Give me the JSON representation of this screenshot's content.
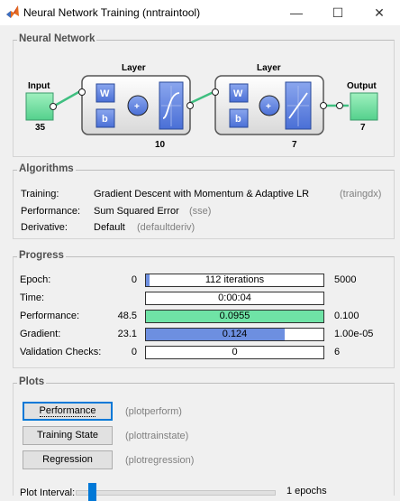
{
  "window": {
    "title": "Neural Network Training (nntraintool)",
    "minimize": "—",
    "maximize": "☐",
    "close": "✕"
  },
  "network": {
    "section_title": "Neural Network",
    "input_label": "Input",
    "input_size": "35",
    "layer1_label": "Layer",
    "layer1_size": "10",
    "layer2_label": "Layer",
    "layer2_size": "7",
    "output_label": "Output",
    "output_size": "7",
    "weight_symbol": "W",
    "bias_symbol": "b",
    "sum_symbol": "+"
  },
  "algorithms": {
    "section_title": "Algorithms",
    "rows": [
      {
        "label": "Training:",
        "value": "Gradient Descent with Momentum & Adaptive LR",
        "fn": "(traingdx)"
      },
      {
        "label": "Performance:",
        "value": "Sum Squared Error",
        "fn": "(sse)"
      },
      {
        "label": "Derivative:",
        "value": "Default",
        "fn": "(defaultderiv)"
      }
    ]
  },
  "progress": {
    "section_title": "Progress",
    "rows": [
      {
        "label": "Epoch:",
        "start": "0",
        "value": "112 iterations",
        "end": "5000",
        "fill": 0.022,
        "color": "#6d8fe0"
      },
      {
        "label": "Time:",
        "start": "",
        "value": "0:00:04",
        "end": "",
        "fill": 0,
        "color": "#6d8fe0"
      },
      {
        "label": "Performance:",
        "start": "48.5",
        "value": "0.0955",
        "end": "0.100",
        "fill": 1.0,
        "color": "#6fe3a6"
      },
      {
        "label": "Gradient:",
        "start": "23.1",
        "value": "0.124",
        "end": "1.00e-05",
        "fill": 0.78,
        "color": "#6d8fe0"
      },
      {
        "label": "Validation Checks:",
        "start": "0",
        "value": "0",
        "end": "6",
        "fill": 0,
        "color": "#6d8fe0"
      }
    ]
  },
  "plots": {
    "section_title": "Plots",
    "buttons": [
      {
        "label": "Performance",
        "fn": "(plotperform)"
      },
      {
        "label": "Training State",
        "fn": "(plottrainstate)"
      },
      {
        "label": "Regression",
        "fn": "(plotregression)"
      }
    ],
    "interval_label": "Plot Interval:",
    "interval_value": "1 epochs"
  }
}
